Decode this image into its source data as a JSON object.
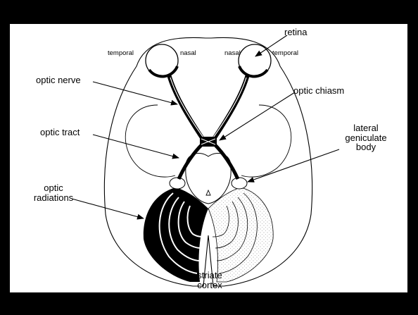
{
  "labels": {
    "retina": "retina",
    "temporal_left": "temporal",
    "nasal_left": "nasal",
    "nasal_right": "nasal",
    "temporal_right": "temporal",
    "optic_nerve": "optic nerve",
    "optic_chiasm": "optic chiasm",
    "optic_tract": "optic tract",
    "lateral_geniculate_body": [
      "lateral",
      "geniculate",
      "body"
    ],
    "optic_radiations": [
      "optic",
      "radiations"
    ],
    "striate_cortex": [
      "striate",
      "cortex"
    ]
  }
}
